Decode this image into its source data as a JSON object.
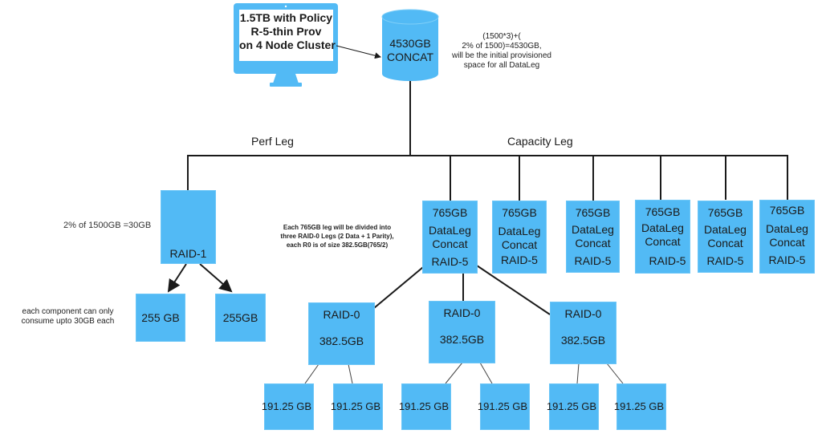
{
  "diagram": {
    "colors": {
      "box": "#52BAF5",
      "line": "#1a1a1a"
    },
    "source": {
      "icon": "monitor-icon",
      "lines": [
        "1.5TB with Policy",
        "R-5-thin Prov",
        "on 4 Node Cluster"
      ]
    },
    "concat": {
      "icon": "database-cylinder-icon",
      "lines": [
        "4530GB",
        "CONCAT"
      ]
    },
    "concat_note": [
      "(1500*3)+(",
      "2% of 1500)=4530GB,",
      "will be the initial provisioned",
      "space for all  DataLeg"
    ],
    "perf_leg_label": "Perf Leg",
    "capacity_leg_label": "Capacity Leg",
    "perf": {
      "note": "2% of  1500GB =30GB",
      "raid1_label": "RAID-1",
      "components": [
        "255 GB",
        "255GB"
      ],
      "component_note": [
        "each component can only",
        "consume upto 30GB each"
      ]
    },
    "capacity": {
      "note": [
        "Each 765GB leg will be divided into",
        "three RAID-0 Legs (2 Data + 1 Parity),",
        "each R0 is of size 382.5GB(765/2)"
      ],
      "dataleg": [
        {
          "size": "765GB",
          "l1": "DataLeg",
          "l2": "Concat",
          "raid": "RAID-5"
        },
        {
          "size": "765GB",
          "l1": "DataLeg",
          "l2": "Concat",
          "raid": "RAID-5"
        },
        {
          "size": "765GB",
          "l1": "DataLeg",
          "l2": "Concat",
          "raid": "RAID-5"
        },
        {
          "size": "765GB",
          "l1": "DataLeg",
          "l2": "Concat",
          "raid": "RAID-5"
        },
        {
          "size": "765GB",
          "l1": "DataLeg",
          "l2": "Concat",
          "raid": "RAID-5"
        },
        {
          "size": "765GB",
          "l1": "DataLeg",
          "l2": "Concat",
          "raid": "RAID-5"
        }
      ],
      "raid0": [
        {
          "label": "RAID-0",
          "size": "382.5GB"
        },
        {
          "label": "RAID-0",
          "size": "382.5GB"
        },
        {
          "label": "RAID-0",
          "size": "382.5GB"
        }
      ],
      "leaves": [
        "191.25 GB",
        "191.25 GB",
        "191.25 GB",
        "191.25 GB",
        "191.25 GB",
        "191.25 GB"
      ]
    }
  }
}
